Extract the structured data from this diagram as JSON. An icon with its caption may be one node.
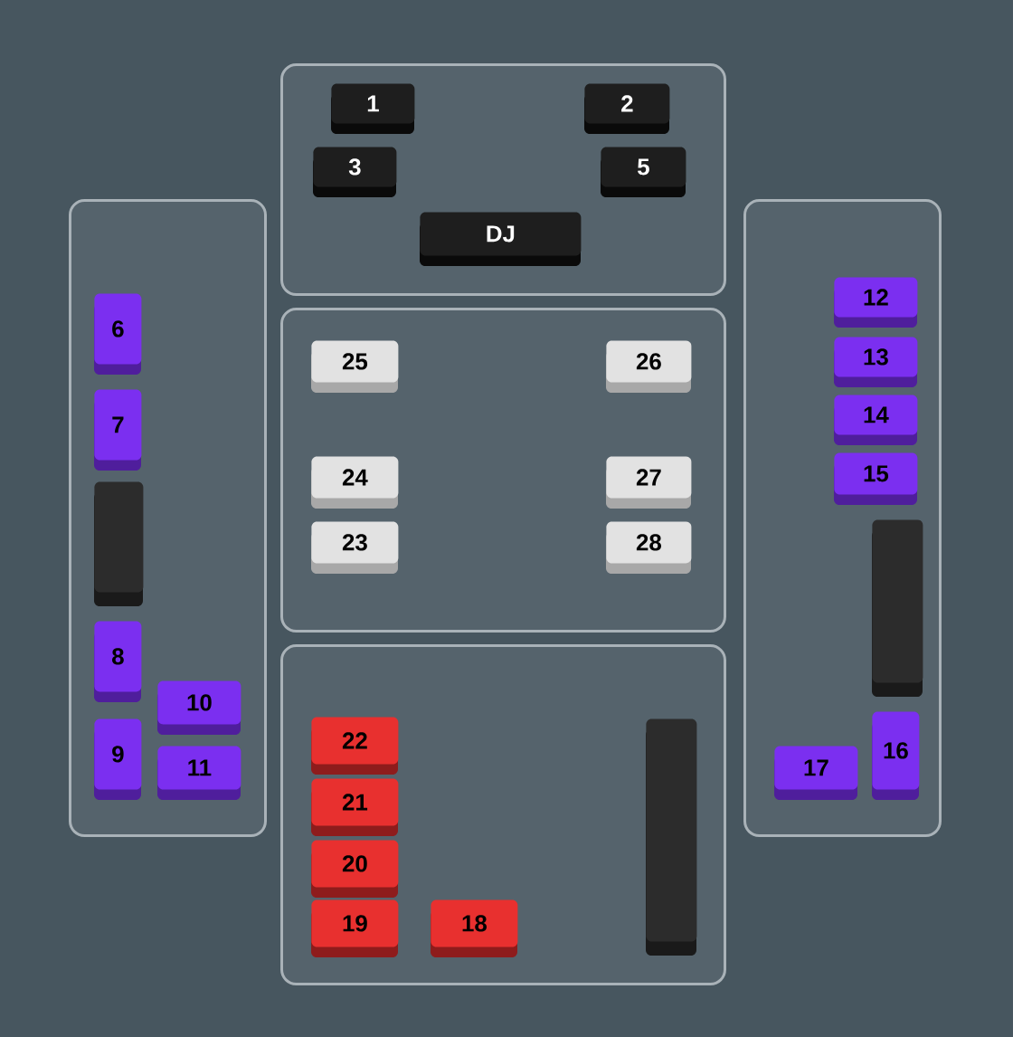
{
  "diagram": {
    "nodes": [
      {
        "text": [],
        "shape": "box"
      },
      {
        "text": [
          "1"
        ],
        "in": 0
      },
      {
        "text": [
          "2"
        ],
        "in": 0
      },
      {
        "text": [
          "3"
        ],
        "in": 0
      },
      {
        "text": [
          "5"
        ],
        "in": 0
      },
      {
        "text": [
          "DJ"
        ],
        "in": 0
      },
      {
        "text": [],
        "shape": "box"
      },
      {
        "text": [
          "6"
        ],
        "in": 6
      },
      {
        "text": [
          "7"
        ],
        "in": 6
      },
      {
        "text": [],
        "shape": "bar",
        "in": 6
      },
      {
        "text": [
          "8"
        ],
        "in": 6
      },
      {
        "text": [
          "10"
        ],
        "in": 6
      },
      {
        "text": [
          "9"
        ],
        "in": 6
      },
      {
        "text": [
          "11"
        ],
        "in": 6
      },
      {
        "text": [],
        "shape": "box"
      },
      {
        "text": [
          "25"
        ],
        "in": 14
      },
      {
        "text": [
          "26"
        ],
        "in": 14
      },
      {
        "text": [
          "24"
        ],
        "in": 14
      },
      {
        "text": [
          "27"
        ],
        "in": 14
      },
      {
        "text": [
          "23"
        ],
        "in": 14
      },
      {
        "text": [
          "28"
        ],
        "in": 14
      },
      {
        "text": [],
        "shape": "box"
      },
      {
        "text": [
          "12"
        ],
        "in": 21
      },
      {
        "text": [
          "13"
        ],
        "in": 21
      },
      {
        "text": [
          "14"
        ],
        "in": 21
      },
      {
        "text": [
          "15"
        ],
        "in": 21
      },
      {
        "text": [],
        "shape": "bar",
        "in": 21
      },
      {
        "text": [
          "17"
        ],
        "in": 21
      },
      {
        "text": [
          "16"
        ],
        "in": 21
      },
      {
        "text": [],
        "shape": "box"
      },
      {
        "text": [
          "22"
        ],
        "in": 29
      },
      {
        "text": [
          "21"
        ],
        "in": 29
      },
      {
        "text": [
          "20"
        ],
        "in": 29
      },
      {
        "text": [
          "19"
        ],
        "in": 29
      },
      {
        "text": [
          "18"
        ],
        "in": 29
      },
      {
        "text": [],
        "shape": "bar",
        "in": 29
      }
    ]
  }
}
